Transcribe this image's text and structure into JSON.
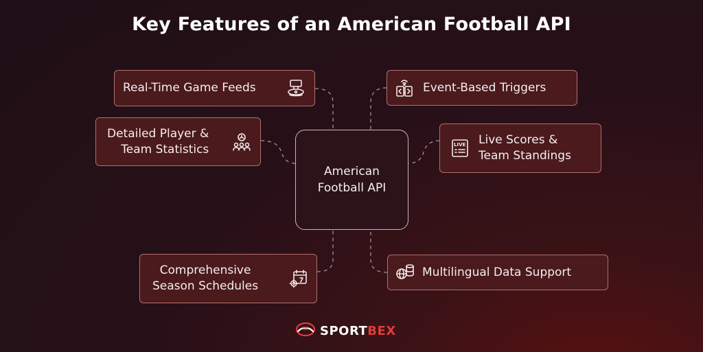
{
  "title": "Key Features of an American Football API",
  "center": {
    "line1": "American",
    "line2": "Football API"
  },
  "features": {
    "realtime": {
      "label": "Real-Time Game Feeds",
      "icon": "stadium-camera-icon"
    },
    "player": {
      "line1": "Detailed Player &",
      "line2": "Team Statistics",
      "icon": "team-ball-icon"
    },
    "season": {
      "line1": "Comprehensive",
      "line2": "Season Schedules",
      "icon": "calendar-gear-icon"
    },
    "event": {
      "label": "Event-Based Triggers",
      "icon": "code-signal-icon"
    },
    "live": {
      "line1": "Live Scores &",
      "line2": "Team Standings",
      "icon": "live-board-icon"
    },
    "multilingual": {
      "label": "Multilingual Data Support",
      "icon": "globe-database-icon"
    }
  },
  "brand": {
    "part1": "SPORT",
    "part2": "BEX",
    "accent": "#e23b3b"
  },
  "colors": {
    "box_bg": "#4a1a1d",
    "box_border": "#b07070"
  }
}
